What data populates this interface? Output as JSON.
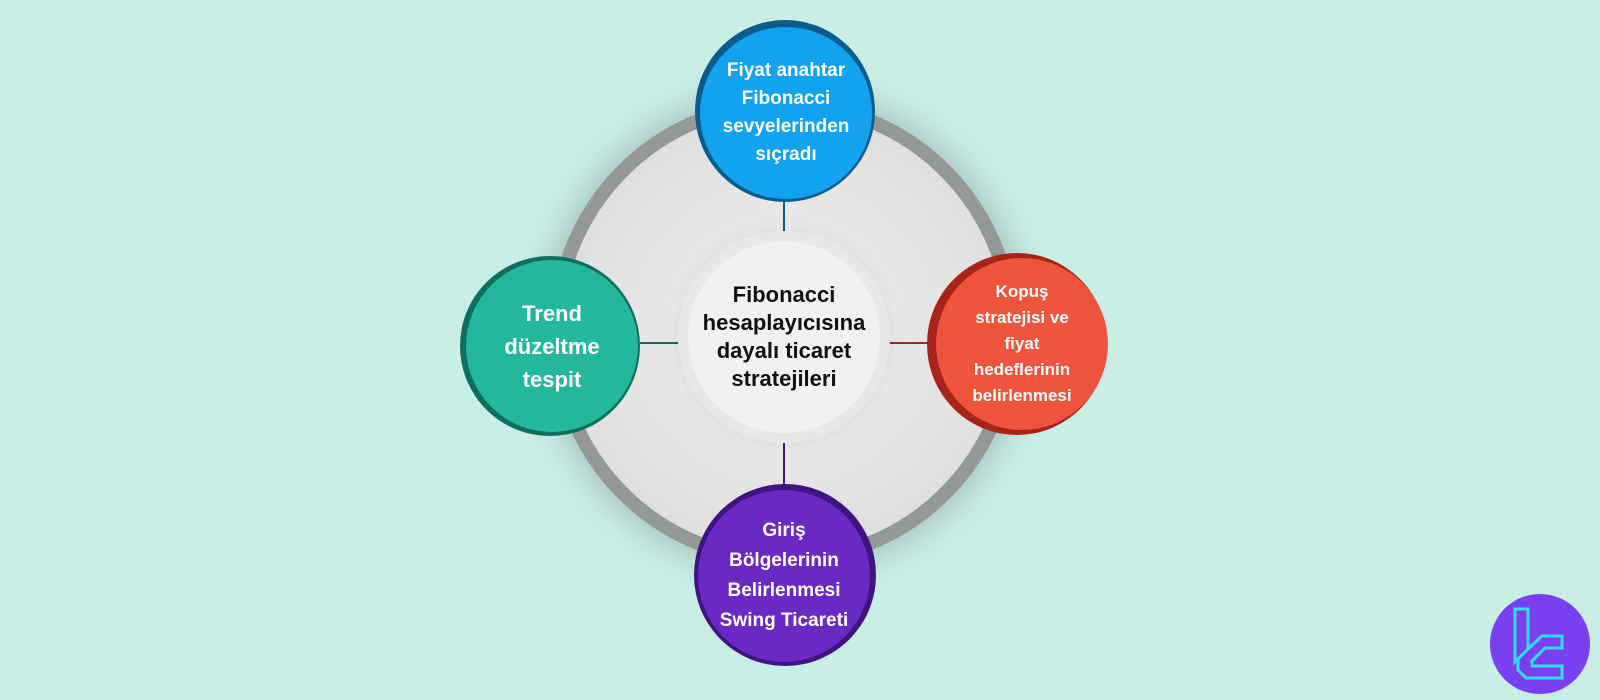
{
  "diagram": {
    "title": "Fibonacci\nhesaplayıcısına\ndayalı ticaret\nstratejileri",
    "nodes": [
      {
        "position": "top",
        "label": "Fiyat anahtar\nFibonacci\nsevyelerinden\nsıçradı",
        "color": "#12a2ef",
        "edge_color": "#0b5c8c"
      },
      {
        "position": "right",
        "label": "Kopuş\nstratejisi ve\nfiyat\nhedeflerinin\nbelirlenmesi",
        "color": "#ee553c",
        "edge_color": "#a8231a"
      },
      {
        "position": "bottom",
        "label": "Giriş\nBölgelerinin\nBelirlenmesi\nSwing Ticareti",
        "color": "#6a29c2",
        "edge_color": "#3f1480"
      },
      {
        "position": "left",
        "label": "Trend\ndüzeltme\ntespit",
        "color": "#23b79b",
        "edge_color": "#0e6f5c"
      }
    ],
    "ring_color": "#949896",
    "background_color": "#c9eee6"
  },
  "logo": {
    "icon": "tc-logo-icon",
    "bg_color": "#7b3ff2",
    "stroke_color": "#2ee0f5"
  }
}
